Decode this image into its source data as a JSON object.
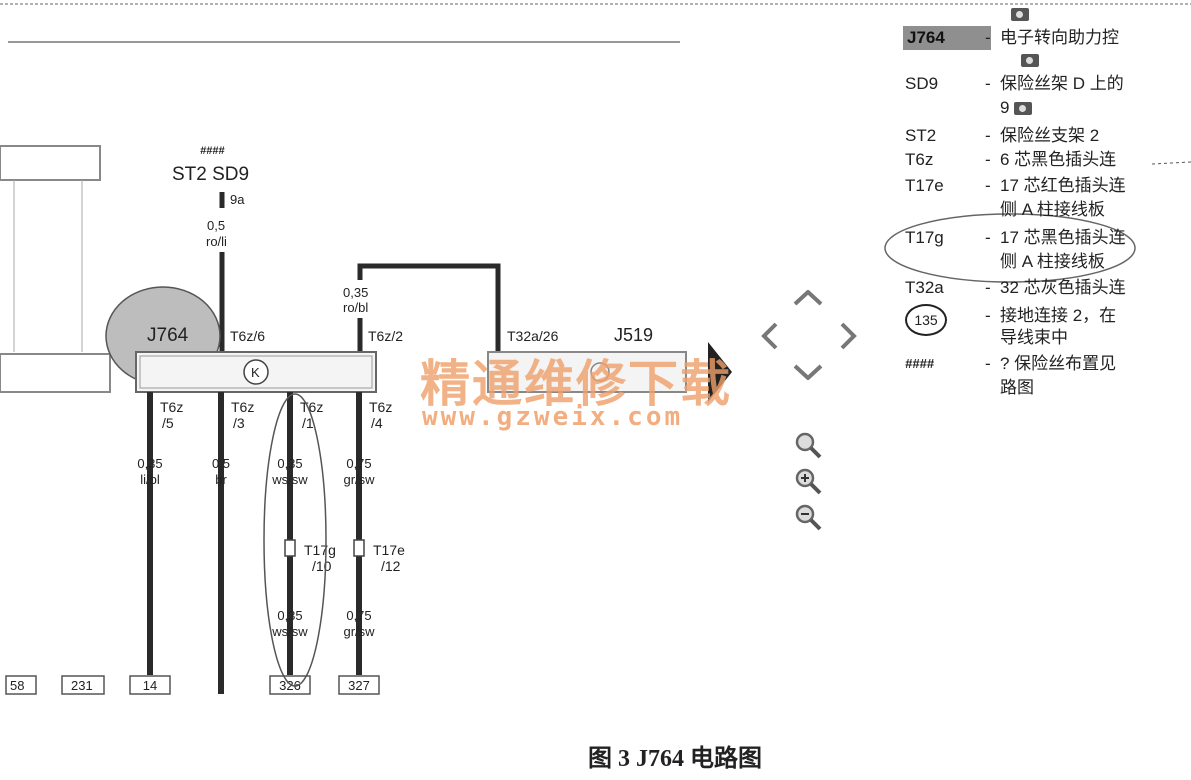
{
  "diagram": {
    "fuse_mark": "####",
    "fuse_header": "ST2  SD9",
    "fuse_pin": "9a",
    "top_wire": {
      "gauge": "0,5",
      "color": "ro/li"
    },
    "right_wire": {
      "gauge": "0,35",
      "color": "ro/bl"
    },
    "component_label": "J764",
    "component_symbol": "K",
    "pin_t6z6": "T6z/6",
    "pin_t6z2": "T6z/2",
    "pin_t32a26": "T32a/26",
    "j519_label": "J519",
    "bottom_pins": [
      {
        "pin": "T6z",
        "num": "/5",
        "gauge": "0,35",
        "color": "li/bl",
        "terminal": "14"
      },
      {
        "pin": "T6z",
        "num": "/3",
        "gauge": "0,5",
        "color": "br",
        "terminal": ""
      },
      {
        "pin": "T6z",
        "num": "/1",
        "gauge": "0,35",
        "color": "ws/sw",
        "terminal": "326",
        "conn": "T17g",
        "conn_num": "/10",
        "gauge2": "0,35",
        "color2": "ws/sw"
      },
      {
        "pin": "T6z",
        "num": "/4",
        "gauge": "0,75",
        "color": "gr/sw",
        "terminal": "327",
        "conn": "T17e",
        "conn_num": "/12",
        "gauge2": "0,75",
        "color2": "gr/sw"
      }
    ],
    "left_terminals": [
      "58",
      "231"
    ]
  },
  "legend": [
    {
      "code": "J764",
      "desc": "电子转向助力控",
      "highlight": true
    },
    {
      "code": "SD9",
      "desc": "保险丝架 D 上的",
      "desc2": "9"
    },
    {
      "code": "ST2",
      "desc": "保险丝支架 2"
    },
    {
      "code": "T6z",
      "desc": "6 芯黑色插头连"
    },
    {
      "code": "T17e",
      "desc": "17 芯红色插头连",
      "desc2": "侧 A 柱接线板"
    },
    {
      "code": "T17g",
      "desc": "17 芯黑色插头连",
      "desc2": "侧 A 柱接线板"
    },
    {
      "code": "T32a",
      "desc": "32 芯灰色插头连"
    },
    {
      "code": "135",
      "desc": "接地连接 2，在",
      "desc2": "导线束中"
    },
    {
      "code": "####",
      "desc": "? 保险丝布置见",
      "desc2": "路图"
    }
  ],
  "legend_dash": "-",
  "watermark": {
    "line1": "精通维修下载",
    "line2": "www.gzweix.com"
  },
  "caption": "图 3   J764 电路图",
  "colors": {
    "wire": "#2a2a2a",
    "highlight_circle": "#bdbdbd",
    "watermark": "#f0a06a"
  },
  "icons": [
    "camera-icon",
    "nav-up-icon",
    "nav-left-icon",
    "nav-right-icon",
    "nav-down-icon",
    "zoom-icon",
    "zoom-in-icon",
    "zoom-out-icon"
  ]
}
